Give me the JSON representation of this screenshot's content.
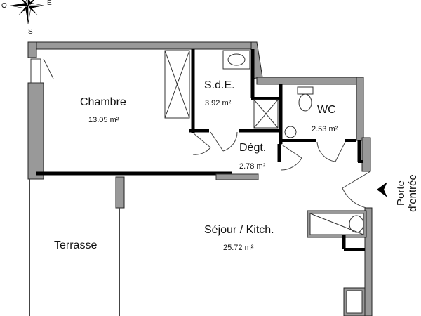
{
  "colors": {
    "wall": "#999999",
    "wall_dark": "#000000",
    "line": "#222222"
  },
  "compass": {
    "west": "O",
    "east": "E",
    "south": "S"
  },
  "rooms": [
    {
      "name": "Chambre",
      "area": "13.05 m²"
    },
    {
      "name": "S.d.E.",
      "area": "3.92 m²"
    },
    {
      "name": "WC",
      "area": "2.53 m²"
    },
    {
      "name": "Dégt.",
      "area": "2.78 m²"
    },
    {
      "name": "Séjour / Kitch.",
      "area": "25.72 m²"
    },
    {
      "name": "Terrasse"
    }
  ],
  "entrance": {
    "label_line1": "Porte",
    "label_line2": "d'entrée",
    "icon": "arrow-left-icon"
  }
}
